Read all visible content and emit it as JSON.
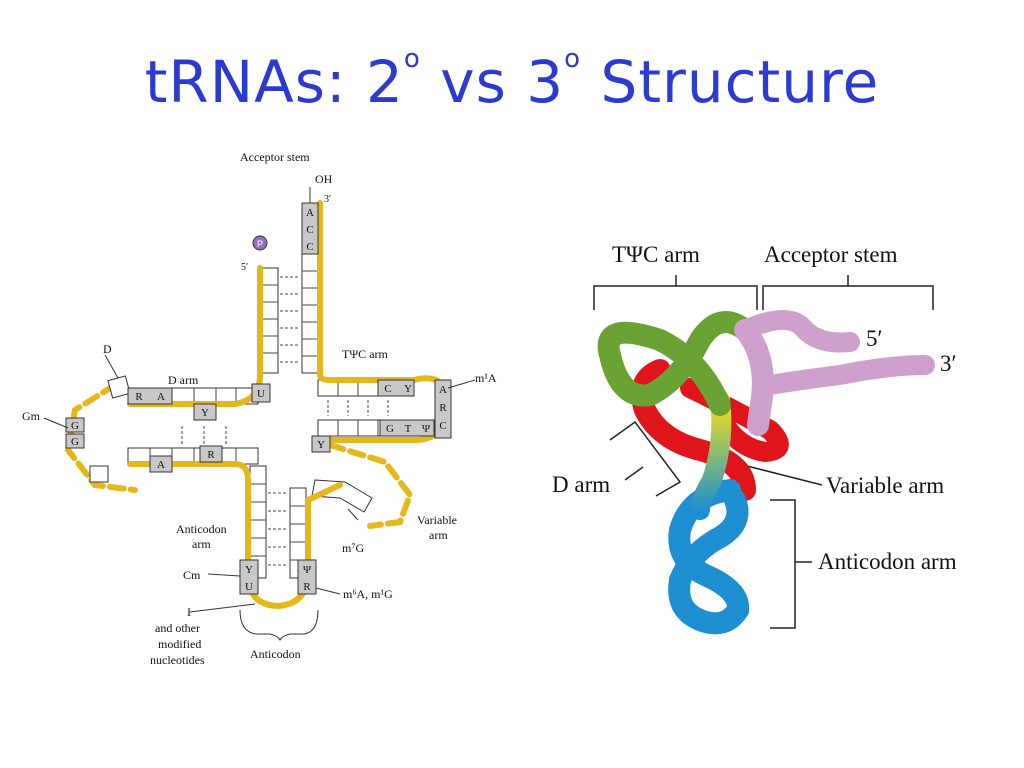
{
  "slide": {
    "title_main": "tRNAs: 2",
    "title_sup1": "o",
    "title_mid": " vs 3",
    "title_sup2": "o",
    "title_end": " Structure",
    "title_color": "#2b3bd1"
  },
  "secondary": {
    "acceptor_stem": "Acceptor stem",
    "oh": "OH",
    "three_prime": "3′",
    "five_prime": "5′",
    "p": "P",
    "acceptor_bases": [
      "A",
      "C",
      "C"
    ],
    "tpsic_arm": "TΨC arm",
    "tpsic_bases": [
      "C",
      "Y",
      "A",
      "R",
      "C",
      "T",
      "Ψ",
      "G"
    ],
    "m1a": "m¹A",
    "d_label": "D",
    "d_arm": "D arm",
    "d_bases": [
      "R",
      "A",
      "Y",
      "U"
    ],
    "gm": "Gm",
    "gg": [
      "G",
      "G"
    ],
    "lower_d_bases": [
      "A",
      "R"
    ],
    "y_base": "Y",
    "variable_arm": [
      "Variable",
      "arm"
    ],
    "m7g": "m⁷G",
    "anticodon_arm": [
      "Anticodon",
      "arm"
    ],
    "cm": "Cm",
    "anticodon_left": [
      "Y",
      "U"
    ],
    "anticodon_right": [
      "Ψ",
      "R"
    ],
    "m6a": "m⁶A, m¹G",
    "i_note": [
      "I",
      "and other",
      "modified",
      "nucleotides"
    ],
    "anticodon": "Anticodon",
    "backbone_color": "#e4b81d"
  },
  "tertiary": {
    "tpsic_arm": "TΨC arm",
    "acceptor_stem": "Acceptor stem",
    "five_prime": "5′",
    "three_prime": "3′",
    "d_arm": "D arm",
    "variable_arm": "Variable arm",
    "anticodon_arm": "Anticodon arm",
    "colors": {
      "tpsic": "#6aa234",
      "acceptor": "#cfa0cc",
      "d": "#e0151c",
      "variable": "#f3e31a",
      "anticodon": "#1d8fd0"
    }
  }
}
